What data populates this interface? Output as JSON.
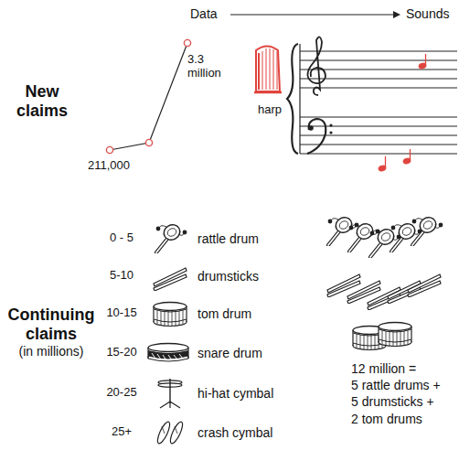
{
  "diagram": {
    "labels": [
      "Data",
      "Sounds",
      "New claims",
      "3.3 million",
      "211,000",
      "harp",
      "0 - 5",
      "rattle drum",
      "5-10",
      "drumsticks",
      "10-15",
      "tom drum",
      "15-20",
      "snare drum",
      "20-25",
      "hi-hat cymbal",
      "25+",
      "crash cymbal",
      "Continuing claims",
      "(in millions)",
      "12 million = 5 rattle drums + 5 drumsticks + 2 tom drums"
    ]
  }
}
